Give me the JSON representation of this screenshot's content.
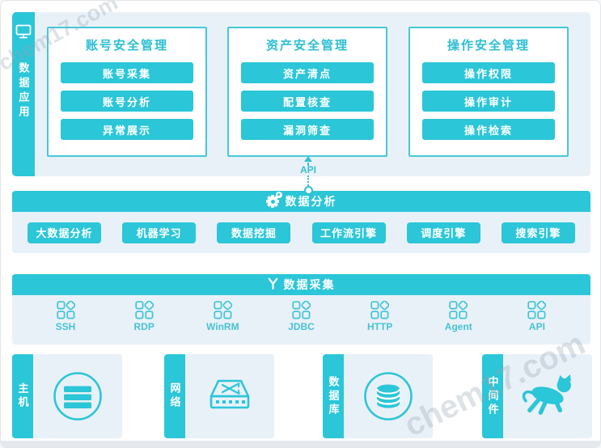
{
  "watermark": {
    "text": "chem17.com"
  },
  "colors": {
    "accent": "#2bc6d8",
    "panel_bg": "#e9f1f8",
    "border_teal": "#46c8d9",
    "title_teal": "#2cbfd2"
  },
  "sidebar": {
    "label": "数据应用",
    "icon": "monitor-icon"
  },
  "top_groups": [
    {
      "title": "账号安全管理",
      "items": [
        "账号采集",
        "账号分析",
        "异常展示"
      ]
    },
    {
      "title": "资产安全管理",
      "items": [
        "资产清点",
        "配置核查",
        "漏洞筛查"
      ]
    },
    {
      "title": "操作安全管理",
      "items": [
        "操作权限",
        "操作审计",
        "操作检索"
      ]
    }
  ],
  "api_connector": {
    "label": "API"
  },
  "analysis": {
    "title": "数据分析",
    "icon": "gear-icon",
    "engines": [
      "大数据分析",
      "机器学习",
      "数据挖掘",
      "工作流引擎",
      "调度引擎",
      "搜索引擎"
    ]
  },
  "collection": {
    "title": "数据采集",
    "icon": "merge-icon",
    "protocols": [
      "SSH",
      "RDP",
      "WinRM",
      "JDBC",
      "HTTP",
      "Agent",
      "API"
    ]
  },
  "infrastructure": [
    {
      "label": "主机",
      "icon": "server-icon"
    },
    {
      "label": "网络",
      "icon": "switch-icon"
    },
    {
      "label": "数据库",
      "icon": "database-icon"
    },
    {
      "label": "中间件",
      "icon": "tomcat-cat-icon"
    }
  ]
}
